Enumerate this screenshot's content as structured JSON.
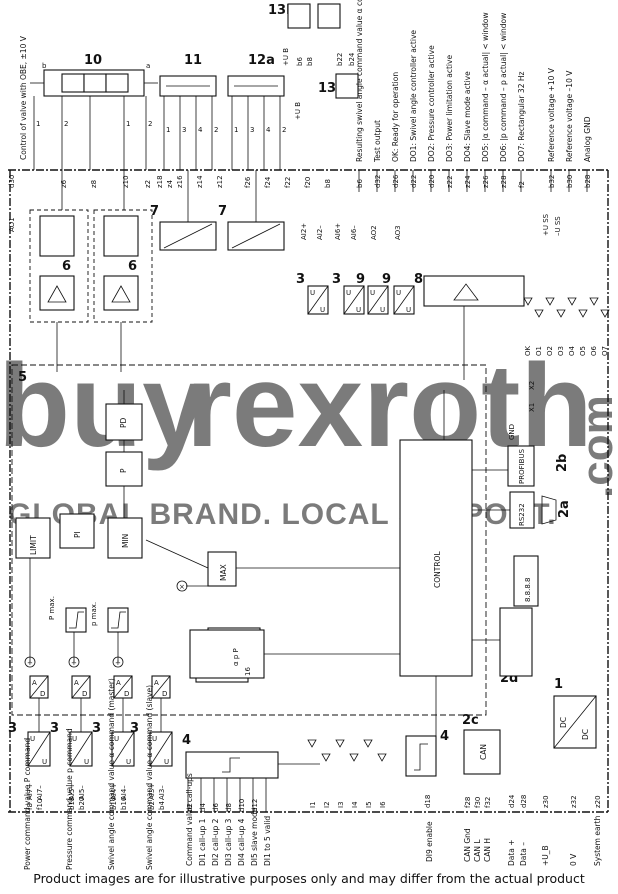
{
  "watermark": {
    "brand_a": "buy",
    "brand_b": "rexroth",
    "tld": ".com",
    "tagline": "GLOBAL BRAND. LOCAL SUPPORT.",
    "color_a": "#e53935",
    "color_b": "#8a96b6"
  },
  "footer": "Product images are for illustrative purposes only and may differ from the actual product",
  "block_numbers": [
    "1",
    "2a",
    "2b",
    "2c",
    "2d",
    "3",
    "4",
    "5",
    "6",
    "7",
    "8",
    "9",
    "10",
    "11",
    "12a",
    "13a",
    "13b"
  ],
  "left_signals": [
    {
      "pins": [
        "f8",
        "f10"
      ],
      "labels": [
        "AI7+",
        "AI7–"
      ],
      "desc": "Power command value P command"
    },
    {
      "pins": [
        "b18",
        "b20"
      ],
      "labels": [
        "AI5+",
        "AI5–"
      ],
      "desc": "Pressure command value p command"
    },
    {
      "pins": [
        "b14",
        "b16"
      ],
      "labels": [
        "AI4+",
        "AI4–"
      ],
      "desc": "Swivel angle command value α command (master)"
    },
    {
      "pins": [
        "b2",
        "b4"
      ],
      "labels": [
        "AI3+",
        "AI3–"
      ],
      "desc": "Swivel angle command value α command (slave)"
    }
  ],
  "bottom_inputs": [
    {
      "pin": "d2",
      "desc": "Command value call-ups"
    },
    {
      "pin": "d4",
      "desc": "DI1 call-up 1"
    },
    {
      "pin": "d6",
      "desc": "DI2 call-up 2"
    },
    {
      "pin": "d8",
      "desc": "DI3 call-up 3"
    },
    {
      "pin": "d10",
      "desc": "DI4 call-up 4"
    },
    {
      "pin": "d12",
      "desc": "DI5 slave mode"
    },
    {
      "pin": "",
      "desc": "DI1 to 5 valid"
    }
  ],
  "di9": {
    "pin": "d18",
    "desc": "DI9 enable"
  },
  "led_bottom": [
    "I1",
    "I2",
    "I3",
    "I4",
    "I5",
    "I6"
  ],
  "can": {
    "title": "CAN",
    "pins": [
      "f28",
      "f30",
      "f32"
    ],
    "labels": [
      "CAN Gnd",
      "CAN L",
      "CAN H"
    ]
  },
  "power": {
    "pins": [
      "d24",
      "d28",
      "z30",
      "z32",
      "z20"
    ],
    "labels": [
      "Data +",
      "Data –",
      "+U_B",
      "0 V",
      "System earth"
    ],
    "dc_top": "DC",
    "dc_bottom": "DC"
  },
  "right_outputs": [
    {
      "pin": "b6",
      "desc": "Resulting swivel angle command value α command"
    },
    {
      "pin": "d32",
      "desc": "Test output"
    },
    {
      "pin": "d26",
      "desc": "OK: Ready for operation"
    },
    {
      "pin": "d22",
      "desc": "DO1: Swivel angle controller active"
    },
    {
      "pin": "d20",
      "desc": "DO2: Pressure controller active"
    },
    {
      "pin": "z22",
      "desc": "DO3: Power limitation active"
    },
    {
      "pin": "z24",
      "desc": "DO4: Slave mode active"
    },
    {
      "pin": "z26",
      "desc": "DO5: |α command – α actual| < window"
    },
    {
      "pin": "z28",
      "desc": "DO6: |p command – p actual| < window"
    },
    {
      "pin": "f2",
      "desc": "DO7: Rectangular 32 Hz"
    },
    {
      "pin": "b32",
      "desc": "Reference voltage +10 V"
    },
    {
      "pin": "b30",
      "desc": "Reference voltage –10 V"
    },
    {
      "pin": "b28",
      "desc": "Analog GND"
    }
  ],
  "top_left": {
    "desc": "Control of valve with OBE, ±10 V",
    "pins": [
      "d30",
      "z6",
      "z8",
      "z10",
      "z2",
      "z4"
    ]
  },
  "top_mid_pins": [
    "z18",
    "z16",
    "z14",
    "z12",
    "f26",
    "f24",
    "f22",
    "f20",
    "b8"
  ],
  "ai_labels": [
    "AI2+",
    "AI2–",
    "AI6+",
    "AI6–",
    "AO2",
    "AO3",
    "AO1"
  ],
  "blocks": {
    "limit": "LIMIT",
    "pi": "PI",
    "min": "MIN",
    "max": "MAX",
    "p": "P",
    "pd": "PD",
    "control": "CONTROL",
    "profibus": "PROFIBUS",
    "rs232": "RS232",
    "gnd": "GND",
    "x1": "X1",
    "x2": "X2",
    "pmax": "P max.",
    "pmax2": "p max."
  },
  "led_right": [
    "OK",
    "O1",
    "O2",
    "O3",
    "O4",
    "O5",
    "O6",
    "O7"
  ],
  "uss": [
    "+U SS",
    "–U SS"
  ],
  "cable_wires_10": [
    "1",
    "2",
    "1",
    "2"
  ],
  "cable_wires_11": [
    "1",
    "3",
    "4",
    "2"
  ],
  "cable_wires_12a": [
    "1",
    "3",
    "4",
    "2"
  ],
  "sensor_13b": [
    "+U B",
    "b6",
    "b8",
    "b22",
    "b24"
  ],
  "sensor_13a": [
    "+U B"
  ]
}
